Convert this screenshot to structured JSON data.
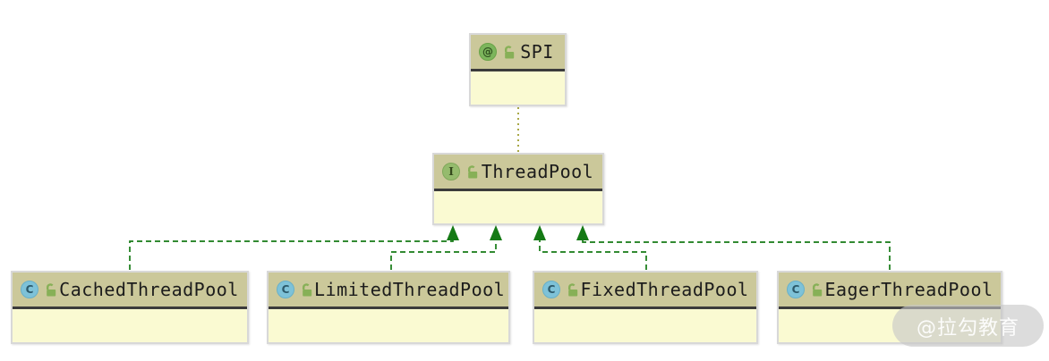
{
  "diagram": {
    "type": "uml-class-diagram",
    "nodes": [
      {
        "label": "SPI",
        "kind": "annotation",
        "icon_letter": "@",
        "visibility": "public"
      },
      {
        "label": "ThreadPool",
        "kind": "interface",
        "icon_letter": "I",
        "visibility": "public"
      },
      {
        "label": "CachedThreadPool",
        "kind": "class",
        "icon_letter": "C",
        "visibility": "public"
      },
      {
        "label": "LimitedThreadPool",
        "kind": "class",
        "icon_letter": "C",
        "visibility": "public"
      },
      {
        "label": "FixedThreadPool",
        "kind": "class",
        "icon_letter": "C",
        "visibility": "public"
      },
      {
        "label": "EagerThreadPool",
        "kind": "class",
        "icon_letter": "C",
        "visibility": "public"
      }
    ],
    "edges": [
      {
        "from": "ThreadPool",
        "to": "SPI",
        "relation": "annotated-with",
        "style": "dotted-olive"
      },
      {
        "from": "CachedThreadPool",
        "to": "ThreadPool",
        "relation": "implements",
        "style": "dashed-green-arrow"
      },
      {
        "from": "LimitedThreadPool",
        "to": "ThreadPool",
        "relation": "implements",
        "style": "dashed-green-arrow"
      },
      {
        "from": "FixedThreadPool",
        "to": "ThreadPool",
        "relation": "implements",
        "style": "dashed-green-arrow"
      },
      {
        "from": "EagerThreadPool",
        "to": "ThreadPool",
        "relation": "implements",
        "style": "dashed-green-arrow"
      }
    ],
    "colors": {
      "node_header_bg": "#cbc89a",
      "node_body_bg": "#fafad2",
      "node_border": "#d8d8d8",
      "header_separator": "#3b3b3b",
      "implements_edge_green": "#157a15",
      "annotation_edge_olive": "#a9a847",
      "annotation_icon_bg": "#7cb55c",
      "interface_icon_bg": "#95bb6d",
      "class_icon_bg": "#7ec2d8",
      "lock_icon_green": "#87b057"
    }
  },
  "watermark": {
    "text": "@拉勾教育"
  }
}
